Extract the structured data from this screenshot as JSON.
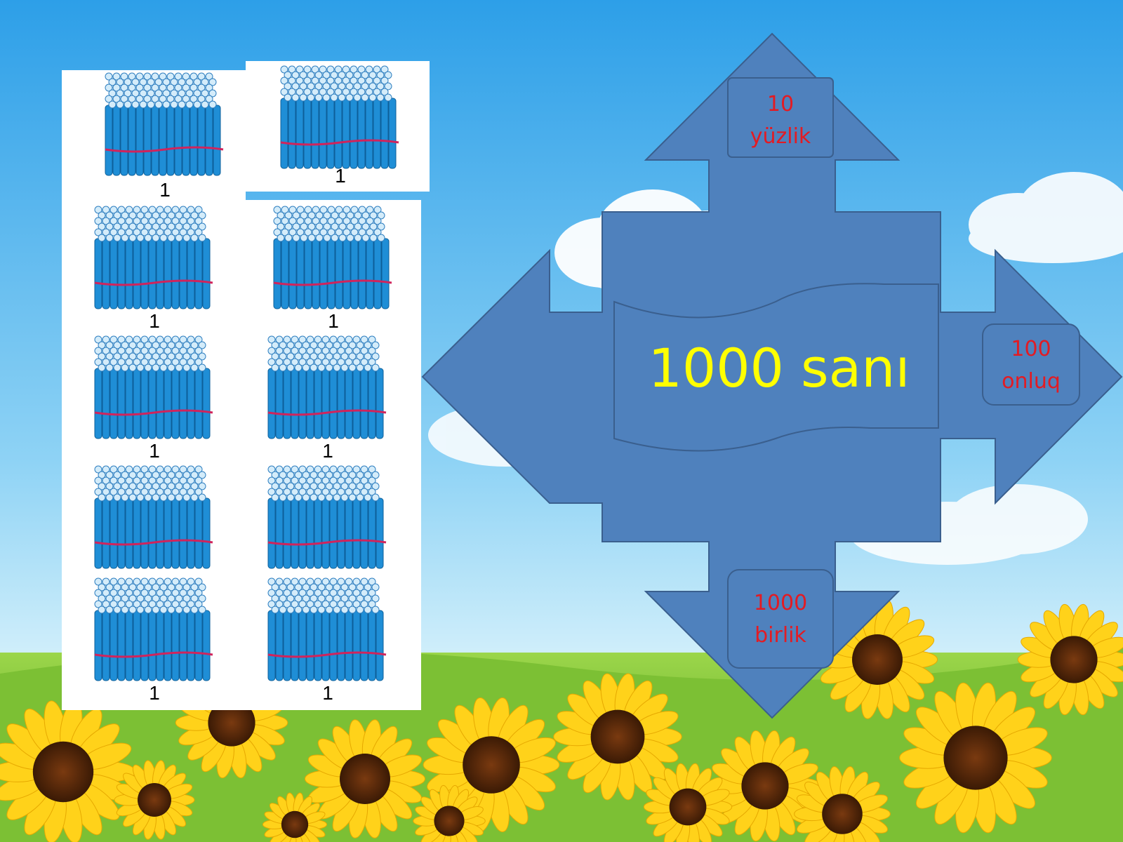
{
  "colors": {
    "sky_top": "#3aa6ea",
    "sky_bottom": "#cfeefb",
    "arrow_fill": "#4f81bd",
    "arrow_stroke": "#3a5f8e",
    "center_text": "#ffff00",
    "box_text": "#e31b23",
    "bundle_blue": "#1f8ed6",
    "bundle_band": "#d0245c"
  },
  "bundles": [
    {
      "label": "1"
    },
    {
      "label": "1"
    },
    {
      "label": "1"
    },
    {
      "label": "1"
    },
    {
      "label": "1"
    },
    {
      "label": "1"
    },
    {
      "label": ""
    },
    {
      "label": ""
    },
    {
      "label": "1"
    },
    {
      "label": "1"
    }
  ],
  "diagram": {
    "center_label": "1000 sanı",
    "top_box": {
      "line1": "10",
      "line2": "yüzlik"
    },
    "right_box": {
      "line1": "100",
      "line2": "onluq"
    },
    "bottom_box": {
      "line1": "1000",
      "line2": "birlik"
    }
  }
}
